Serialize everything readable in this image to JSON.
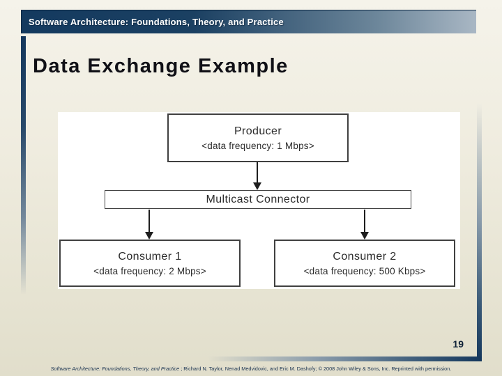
{
  "slide": {
    "header": {
      "title": "Software Architecture: Foundations, Theory, and Practice"
    },
    "title": "Data Exchange Example",
    "page_number": "19",
    "footer": {
      "book_title": "Software Architecture: Foundations, Theory, and Practice",
      "rest": " ; Richard N. Taylor, Nenad Medvidovic, and Eric M. Dashofy; © 2008 John Wiley & Sons, Inc. Reprinted with permission."
    }
  },
  "diagram": {
    "type": "box-and-arrow",
    "nodes": [
      {
        "id": "producer",
        "label": "Producer",
        "annotation": "<data frequency: 1 Mbps>"
      },
      {
        "id": "multicast-connector",
        "label": "Multicast Connector",
        "annotation": ""
      },
      {
        "id": "consumer-1",
        "label": "Consumer 1",
        "annotation": "<data frequency: 2 Mbps>"
      },
      {
        "id": "consumer-2",
        "label": "Consumer 2",
        "annotation": "<data frequency: 500 Kbps>"
      }
    ],
    "edges": [
      {
        "from": "producer",
        "to": "multicast-connector"
      },
      {
        "from": "multicast-connector",
        "to": "consumer-1"
      },
      {
        "from": "multicast-connector",
        "to": "consumer-2"
      }
    ]
  },
  "colors": {
    "accent_dark": "#14375c",
    "accent_light": "#a9b7c4",
    "slide_background": "#ece9db",
    "diagram_background": "#ffffff",
    "node_border": "#404040",
    "title_text": "#101016",
    "footer_text": "#17304f"
  }
}
